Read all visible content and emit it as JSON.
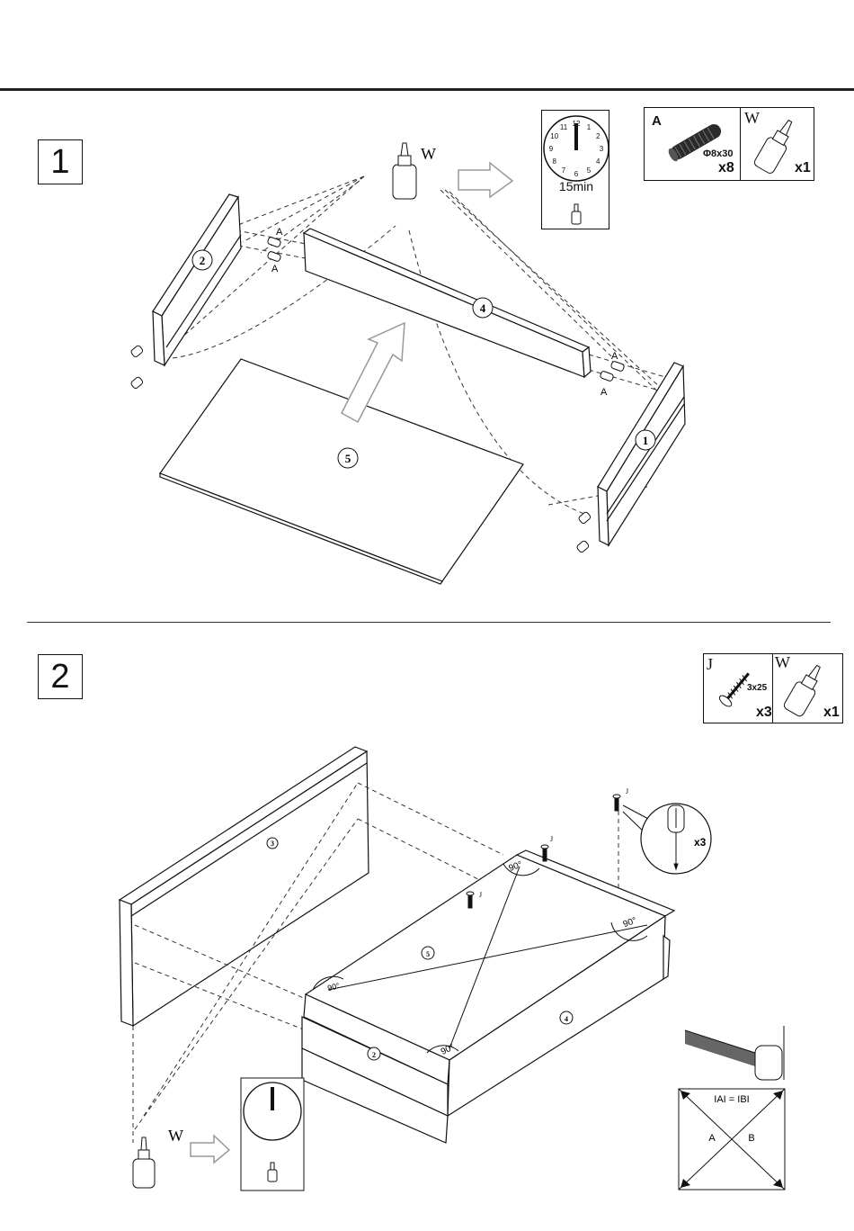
{
  "step1": {
    "number": "1",
    "glue_label": "W",
    "clock_time": "15min",
    "clock_numbers": [
      "12",
      "1",
      "2",
      "3",
      "4",
      "5",
      "6",
      "7",
      "8",
      "9",
      "10",
      "11"
    ],
    "dowel_label": "A",
    "parts": {
      "left_side": "2",
      "back_panel": "4",
      "right_side": "1",
      "bottom": "5"
    },
    "hardware": {
      "dowel": {
        "letter": "A",
        "spec": "Φ8x30",
        "qty": "x8"
      },
      "glue": {
        "letter": "W",
        "qty": "x1"
      }
    }
  },
  "step2": {
    "number": "2",
    "glue_label": "W",
    "screw_label": "J",
    "angle_label": "90°",
    "screwdriver_qty": "x3",
    "parts": {
      "front": "3",
      "bottom": "5",
      "back": "4",
      "side": "2"
    },
    "hardware": {
      "screw": {
        "letter": "J",
        "spec": "3x25",
        "qty": "x3"
      },
      "glue": {
        "letter": "W",
        "qty": "x1"
      }
    },
    "diagonal_check": {
      "equation": "IAI = IBI",
      "a": "A",
      "b": "B"
    }
  }
}
